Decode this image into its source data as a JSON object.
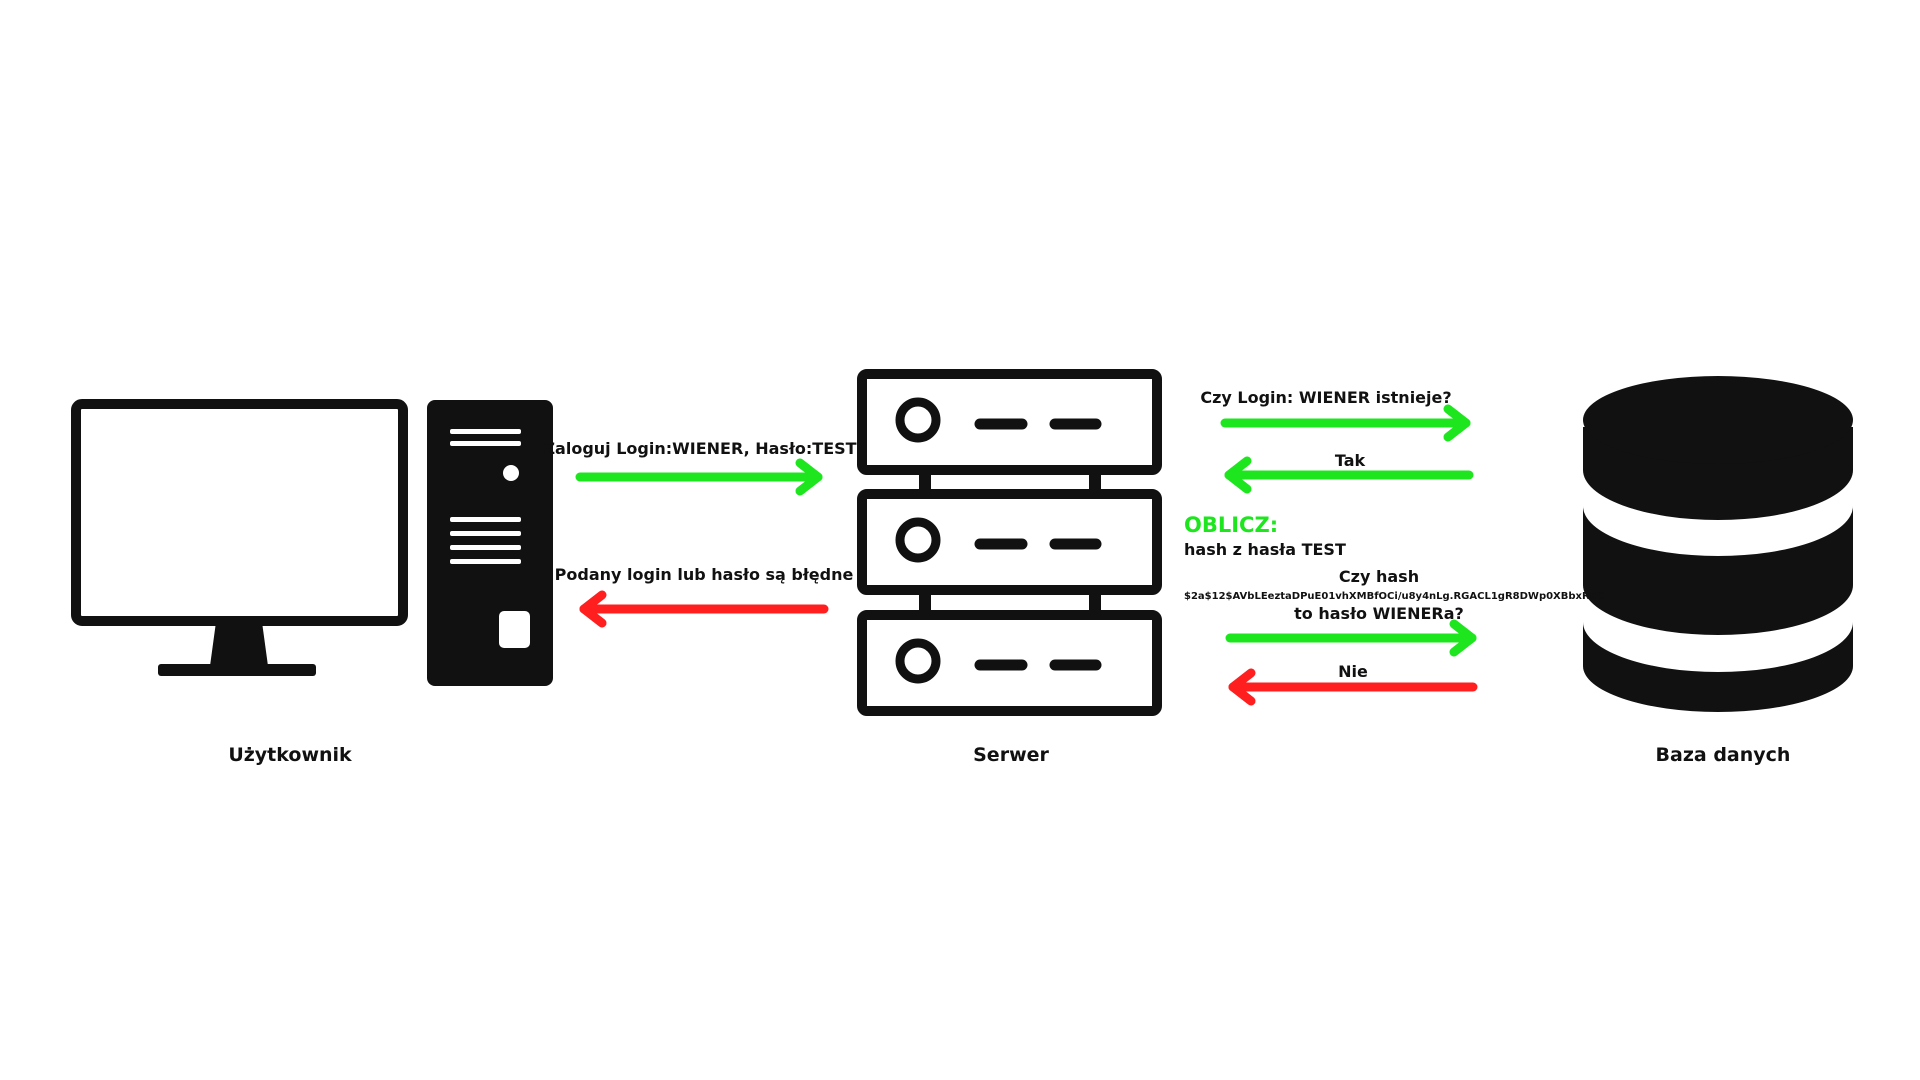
{
  "nodes": {
    "user": {
      "label": "Użytkownik"
    },
    "server": {
      "label": "Serwer"
    },
    "database": {
      "label": "Baza danych"
    }
  },
  "messages": {
    "login_request": "Zaloguj Login:WIENER, Hasło:TEST",
    "login_error": "Podany login lub hasło są błędne",
    "check_login": "Czy Login: WIENER istnieje?",
    "check_login_reply": "Tak",
    "compute_title": "OBLICZ:",
    "compute_body": "hash z hasła TEST",
    "check_hash_line1": "Czy hash",
    "check_hash_value": "$2a$12$AVbLEeztaDPuE01vhXMBfOCi/u8y4nLg.RGACL1gR8DWp0XBbxREC",
    "check_hash_line2": "to hasło WIENERa?",
    "check_hash_reply": "Nie"
  },
  "colors": {
    "success": "#1ee61e",
    "failure": "#ff1f1f",
    "icon": "#111111"
  }
}
